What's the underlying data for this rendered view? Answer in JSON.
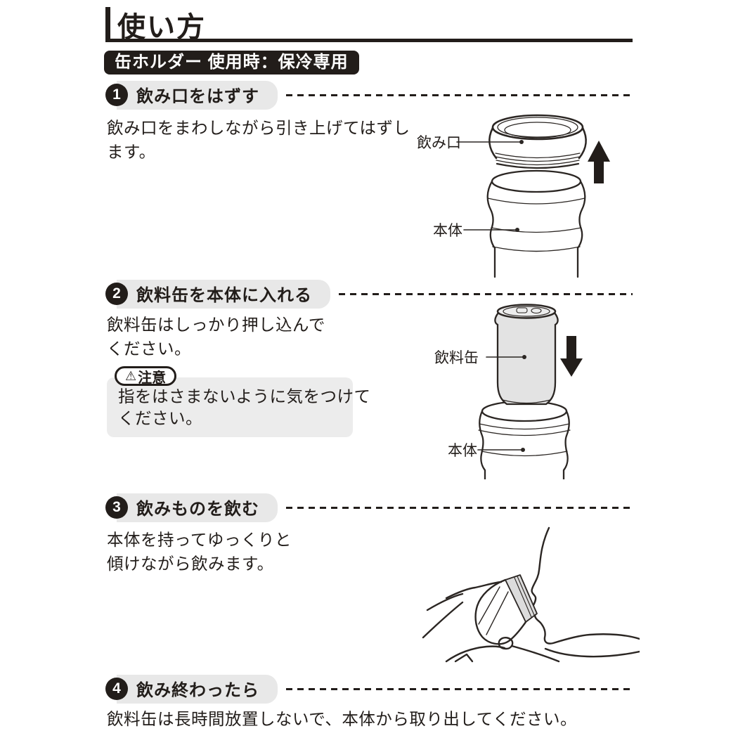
{
  "title": "使い方",
  "badge": "缶ホルダー 使用時：保冷専用",
  "steps": [
    {
      "num": "1",
      "label": "飲み口をはずす",
      "body": "飲み口をまわしながら引き上げてはずし\nます。"
    },
    {
      "num": "2",
      "label": "飲料缶を本体に入れる",
      "body": "飲料缶はしっかり押し込んで\nください。"
    },
    {
      "num": "3",
      "label": "飲みものを飲む",
      "body": "本体を持ってゆっくりと\n傾けながら飲みます。"
    },
    {
      "num": "4",
      "label": "飲み終わったら",
      "body": "飲料缶は長時間放置しないで、本体から取り出してください。"
    }
  ],
  "caution": {
    "icon": "⚠",
    "label": "注意",
    "body": "指をはさまないように気をつけて\nください。"
  },
  "diagram_step1": {
    "lid_label": "飲み口",
    "body_label": "本体"
  },
  "diagram_step2": {
    "can_label": "飲料缶",
    "body_label": "本体"
  },
  "colors": {
    "ink": "#221d1a",
    "step_label_bg": "#e8e8e8",
    "caution_bg": "#ececec",
    "can_fill": "#e3e3e3",
    "badge_bg": "#221d1a"
  }
}
